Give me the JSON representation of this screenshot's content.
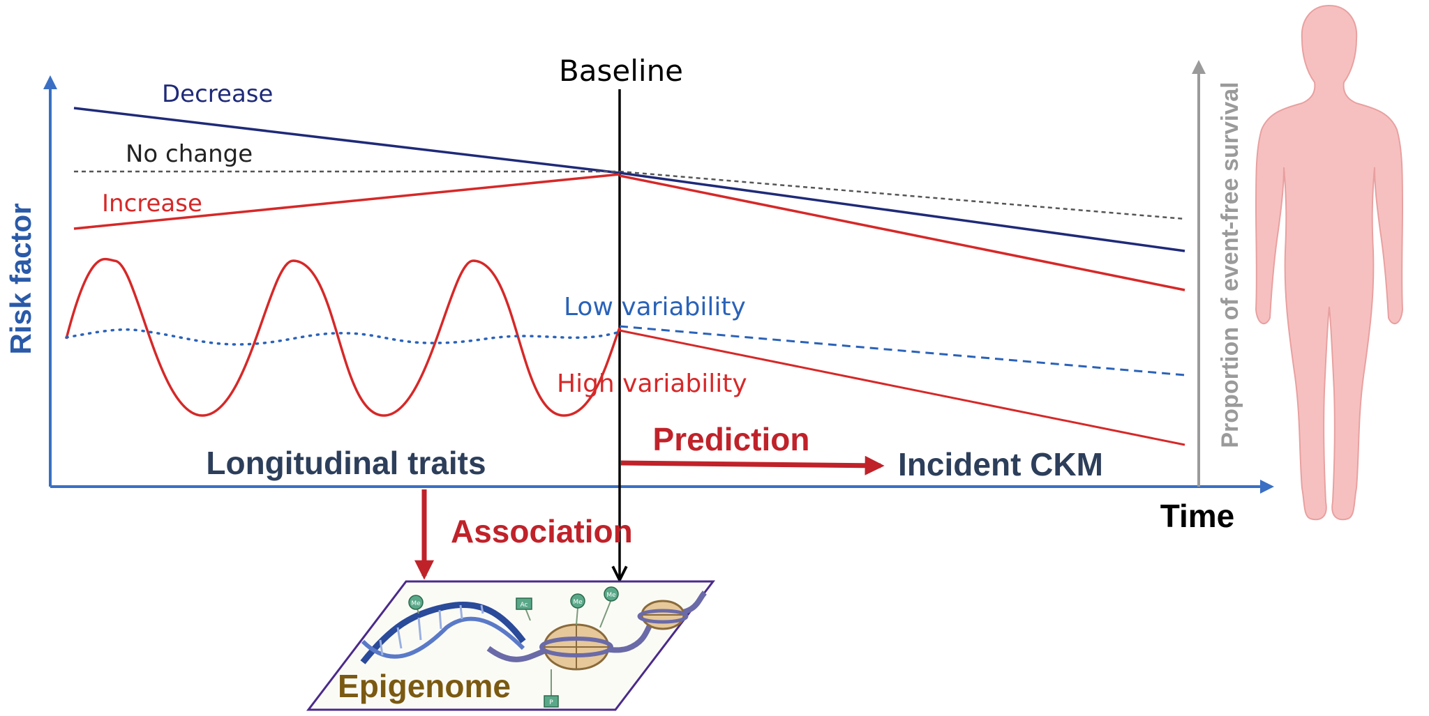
{
  "labels": {
    "baseline": "Baseline",
    "decrease": "Decrease",
    "no_change": "No change",
    "increase": "Increase",
    "low_variability": "Low variability",
    "high_variability": "High variability",
    "longitudinal_traits": "Longitudinal traits",
    "prediction": "Prediction",
    "incident_ckm": "Incident CKM",
    "association": "Association",
    "epigenome": "Epigenome",
    "time": "Time",
    "risk_factor": "Risk factor",
    "survival_axis": "Proportion of event-free survival"
  },
  "epigenome_tags": [
    "Me",
    "Ac",
    "Me",
    "Me",
    "P"
  ],
  "colors": {
    "axis_blue": "#3a6fc4",
    "navy_line": "#1f2a78",
    "red": "#d62828",
    "dark_red": "#c0222a",
    "dashed_gray": "#555555",
    "low_var_blue": "#2a62b8",
    "dark_text": "#2c3e5a",
    "survival_gray": "#9a9a9a",
    "epigenome_text": "#7a5a12",
    "frame_purple": "#4a2a8a",
    "body_fill": "#f7c0c0",
    "body_stroke": "#e8a0a0"
  }
}
